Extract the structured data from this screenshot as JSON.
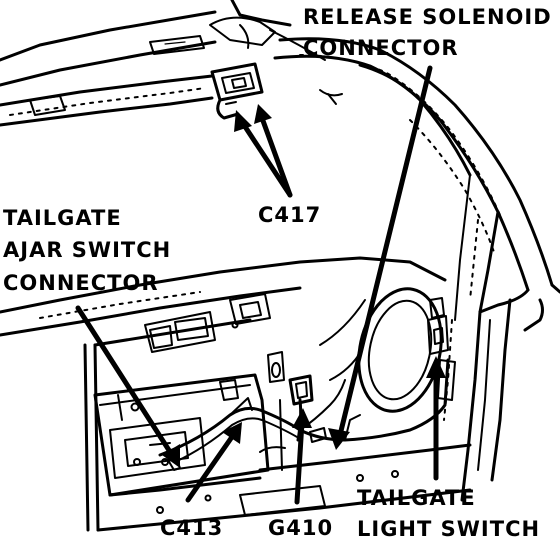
{
  "labels": {
    "release_solenoid_line1": "RELEASE SOLENOID",
    "release_solenoid_line2": "CONNECTOR",
    "c417": "C417",
    "tailgate_ajar_line1": "TAILGATE",
    "tailgate_ajar_line2": "AJAR SWITCH",
    "tailgate_ajar_line3": "CONNECTOR",
    "c413": "C413",
    "g410": "G410",
    "tailgate_light_line1": "TAILGATE",
    "tailgate_light_line2": "LIGHT SWITCH"
  }
}
